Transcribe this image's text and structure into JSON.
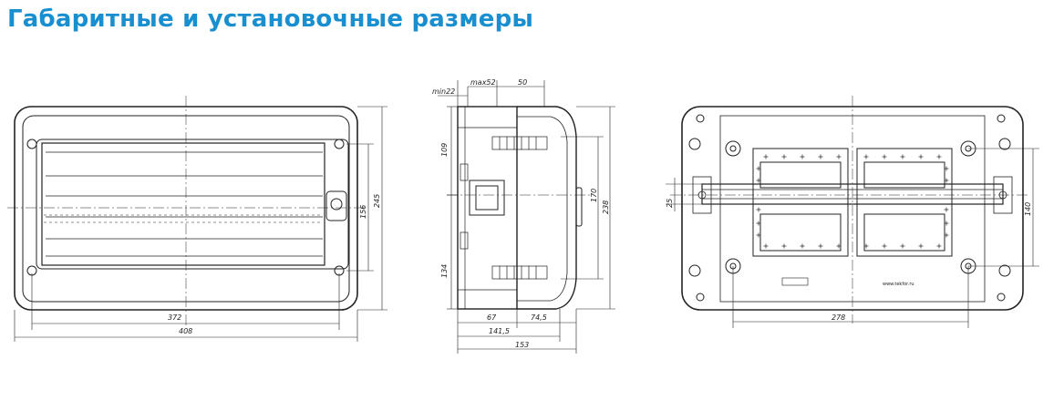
{
  "title": "Габаритные и установочные размеры",
  "front_view": {
    "width_outer": "408",
    "width_inner": "372",
    "height_outer": "245",
    "height_inner": "156"
  },
  "side_view": {
    "top_min": "min22",
    "top_max": "max52",
    "top_depth": "50",
    "upper": "109",
    "lower": "134",
    "height_total": "238",
    "height_inner": "170",
    "bottom_a": "67",
    "bottom_b": "74,5",
    "bottom_c": "141,5",
    "bottom_total": "153"
  },
  "back_view": {
    "rail_offset": "25",
    "mount_height": "140",
    "mount_width": "278",
    "website": "www.tekfor.ru"
  },
  "colors": {
    "title": "#1a8fd0",
    "line": "#222222"
  }
}
